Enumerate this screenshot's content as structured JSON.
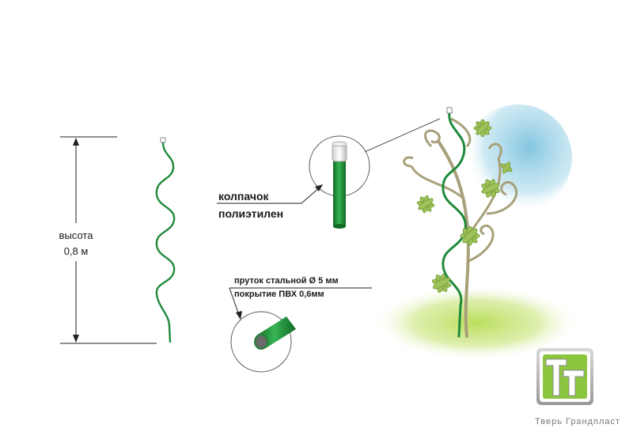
{
  "dimension": {
    "label_line1": "высота",
    "label_line2": "0,8 м"
  },
  "cap_callout": {
    "line1": "колпачок",
    "line2": "полиэтилен"
  },
  "rod_callout": {
    "line1": "пруток стальной Ø 5 мм",
    "line2": "покрытие ПВХ 0,6мм"
  },
  "brand": {
    "name": "Тверь Грандпласт",
    "logo_icon": "tg-logo-icon"
  },
  "colors": {
    "rod_green": "#1f8a3a",
    "lawn_green": "#c8e46e",
    "sky_blue": "#9fd3e6",
    "vine": "#a8a07a",
    "logo_green": "#8cc63f"
  }
}
